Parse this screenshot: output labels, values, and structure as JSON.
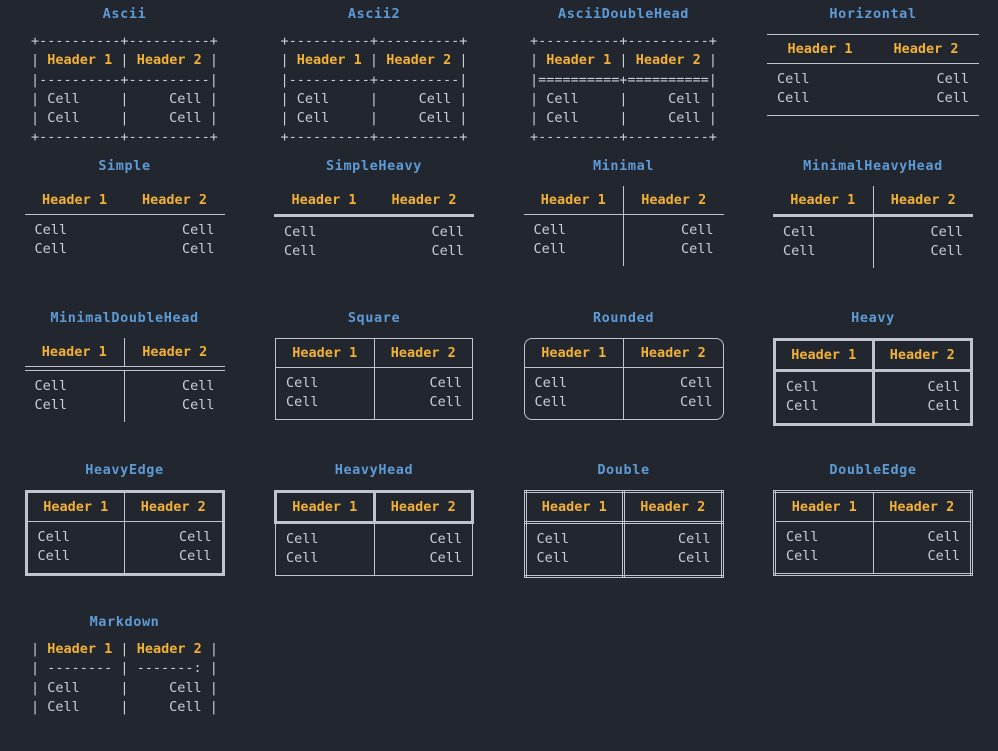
{
  "theme": {
    "background": "#22262f",
    "title_color": "#5e9bd6",
    "header_color": "#f2b134",
    "cell_color": "#c9cdd6",
    "border_color": "#bfc4cd"
  },
  "table_content": {
    "headers": [
      "Header 1",
      "Header 2"
    ],
    "rows": [
      [
        "Cell",
        "Cell"
      ],
      [
        "Cell",
        "Cell"
      ]
    ],
    "col1_align": "left",
    "col2_align": "right"
  },
  "boxes": [
    {
      "name": "Ascii",
      "kind": "ascii",
      "art": [
        "+----------+----------+",
        "| §Header 1§ | §Header 2§ |",
        "|----------+----------|",
        "| Cell     |     Cell |",
        "| Cell     |     Cell |",
        "+----------+----------+"
      ]
    },
    {
      "name": "Ascii2",
      "kind": "ascii",
      "art": [
        "+----------+----------+",
        "| §Header 1§ | §Header 2§ |",
        "|----------+----------|",
        "| Cell     |     Cell |",
        "| Cell     |     Cell |",
        "+----------+----------+"
      ]
    },
    {
      "name": "AsciiDoubleHead",
      "kind": "ascii",
      "art": [
        "+----------+----------+",
        "| §Header 1§ | §Header 2§ |",
        "|==========+==========|",
        "| Cell     |     Cell |",
        "| Cell     |     Cell |",
        "+----------+----------+"
      ]
    },
    {
      "name": "Horizontal",
      "kind": "box",
      "style": "horizontal"
    },
    {
      "name": "Simple",
      "kind": "box",
      "style": "simple"
    },
    {
      "name": "SimpleHeavy",
      "kind": "box",
      "style": "simpleheavy"
    },
    {
      "name": "Minimal",
      "kind": "box",
      "style": "minimal"
    },
    {
      "name": "MinimalHeavyHead",
      "kind": "box",
      "style": "minimalheavyhead"
    },
    {
      "name": "MinimalDoubleHead",
      "kind": "box",
      "style": "minimaldoublehead"
    },
    {
      "name": "Square",
      "kind": "box",
      "style": "square"
    },
    {
      "name": "Rounded",
      "kind": "box",
      "style": "rounded"
    },
    {
      "name": "Heavy",
      "kind": "box",
      "style": "heavy"
    },
    {
      "name": "HeavyEdge",
      "kind": "box",
      "style": "heavyedge"
    },
    {
      "name": "HeavyHead",
      "kind": "box",
      "style": "heavyhead"
    },
    {
      "name": "Double",
      "kind": "box",
      "style": "double"
    },
    {
      "name": "DoubleEdge",
      "kind": "box",
      "style": "doubleedge"
    },
    {
      "name": "Markdown",
      "kind": "ascii",
      "art": [
        "| §Header 1§ | §Header 2§ |",
        "| -------- | -------: |",
        "| Cell     |     Cell |",
        "| Cell     |     Cell |"
      ]
    }
  ]
}
